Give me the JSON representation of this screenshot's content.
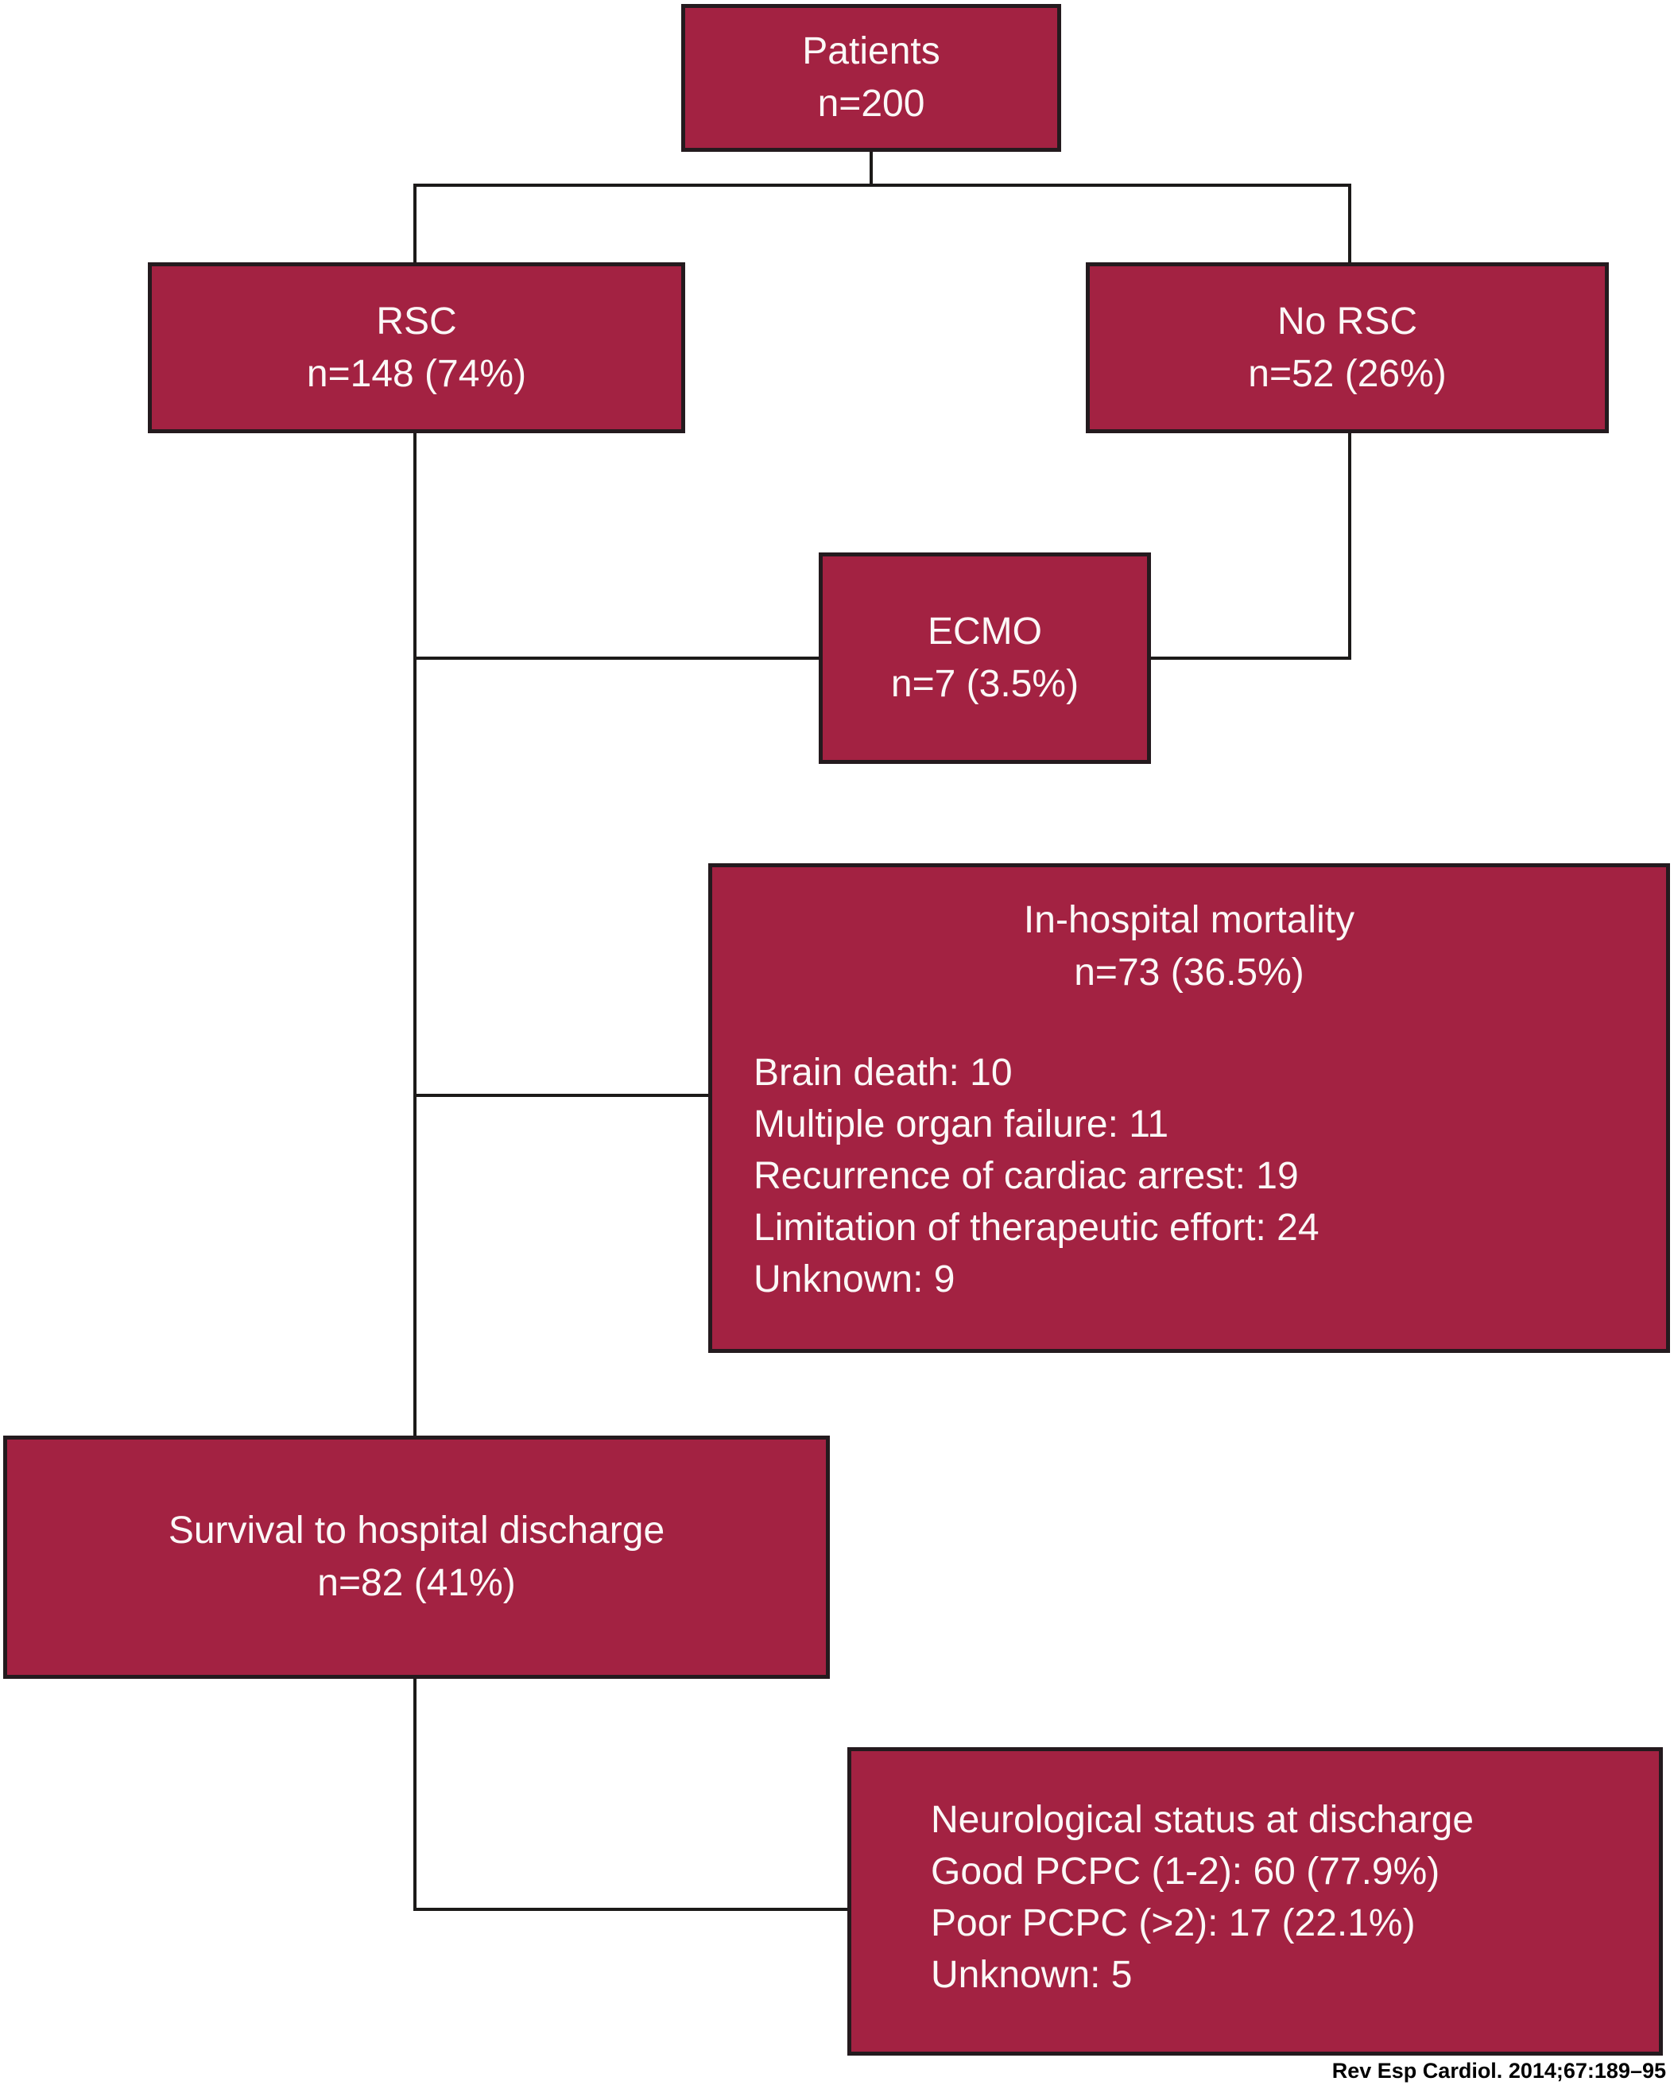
{
  "colors": {
    "box_fill": "#A32242",
    "box_border": "#241A1E",
    "line": "#1C1A19",
    "box_text": "#FBF8F7",
    "citation_text": "#000000",
    "background": "#FFFFFF"
  },
  "nodes": {
    "patients": {
      "line1": "Patients",
      "line2": "n=200"
    },
    "rsc": {
      "line1": "RSC",
      "line2": "n=148 (74%)"
    },
    "no_rsc": {
      "line1": "No RSC",
      "line2": "n=52 (26%)"
    },
    "ecmo": {
      "line1": "ECMO",
      "line2": "n=7 (3.5%)"
    },
    "in_hospital_mortality": {
      "title_line1": "In-hospital mortality",
      "title_line2": "n=73 (36.5%)",
      "items": [
        "Brain death: 10",
        "Multiple organ failure: 11",
        "Recurrence of cardiac arrest: 19",
        "Limitation of therapeutic effort: 24",
        "Unknown: 9"
      ]
    },
    "survival": {
      "line1": "Survival to hospital discharge",
      "line2": "n=82 (41%)"
    },
    "neurological_status": {
      "lines": [
        "Neurological status at discharge",
        "Good PCPC (1-2): 60 (77.9%)",
        "Poor PCPC (>2): 17 (22.1%)",
        "Unknown: 5"
      ]
    }
  },
  "citation": "Rev Esp Cardiol. 2014;67:189–95"
}
